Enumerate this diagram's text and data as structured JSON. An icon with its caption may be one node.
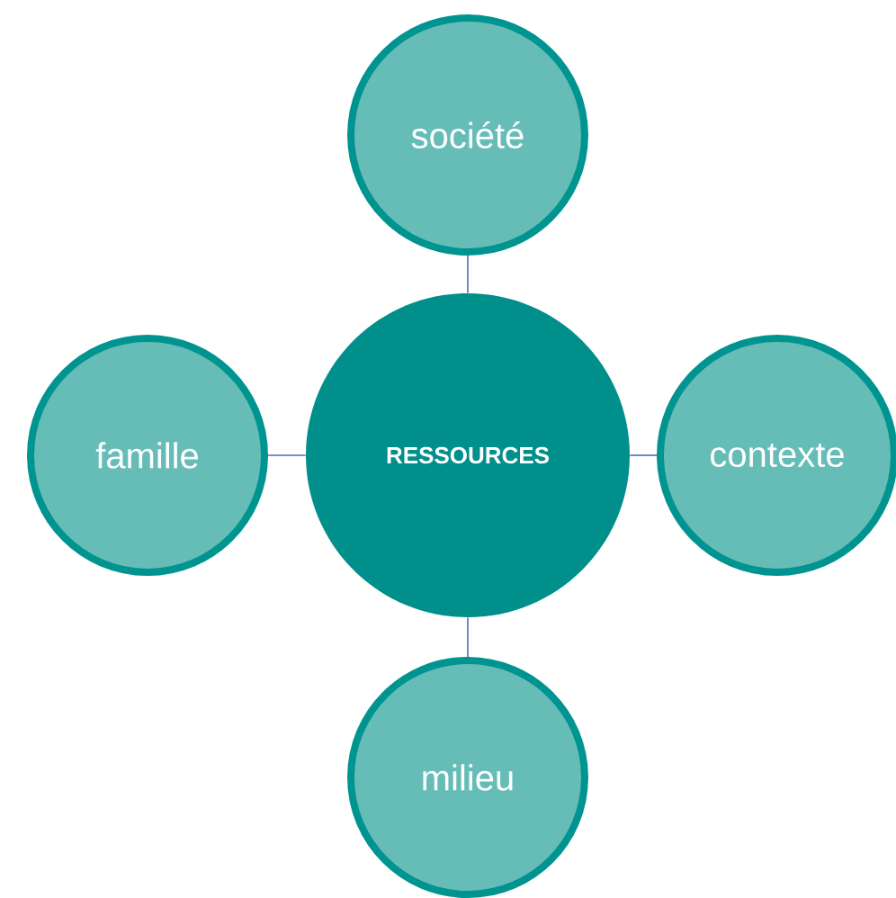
{
  "diagram": {
    "nodes": [
      {
        "text": [
          "RESSOURCES"
        ]
      },
      {
        "text": [
          "société"
        ]
      },
      {
        "text": [
          "famille"
        ]
      },
      {
        "text": [
          "contexte"
        ]
      },
      {
        "text": [
          "milieu"
        ]
      }
    ],
    "edges": [
      {
        "from": 0,
        "to": 1,
        "arrow": "none"
      },
      {
        "from": 0,
        "to": 2,
        "arrow": "none"
      },
      {
        "from": 0,
        "to": 3,
        "arrow": "none"
      },
      {
        "from": 0,
        "to": 4,
        "arrow": "none"
      }
    ]
  }
}
